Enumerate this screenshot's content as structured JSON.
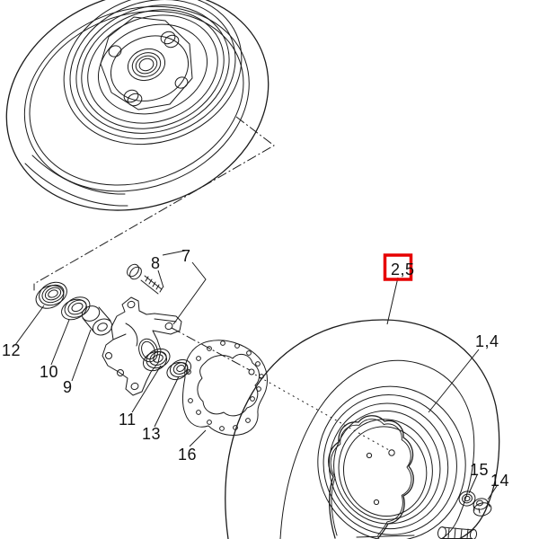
{
  "diagram": {
    "callouts": {
      "c12": "12",
      "c10": "10",
      "c9": "9",
      "c8": "8",
      "c7": "7",
      "c11": "11",
      "c13": "13",
      "c16": "16",
      "c2_5": "2,5",
      "c1_4": "1,4",
      "c15": "15",
      "c14": "14"
    },
    "highlight": {
      "highlighted_callout": "2,5",
      "box_color": "#e60000"
    },
    "colors": {
      "background": "#ffffff",
      "line": "#1c1c1c",
      "text": "#111111"
    }
  }
}
